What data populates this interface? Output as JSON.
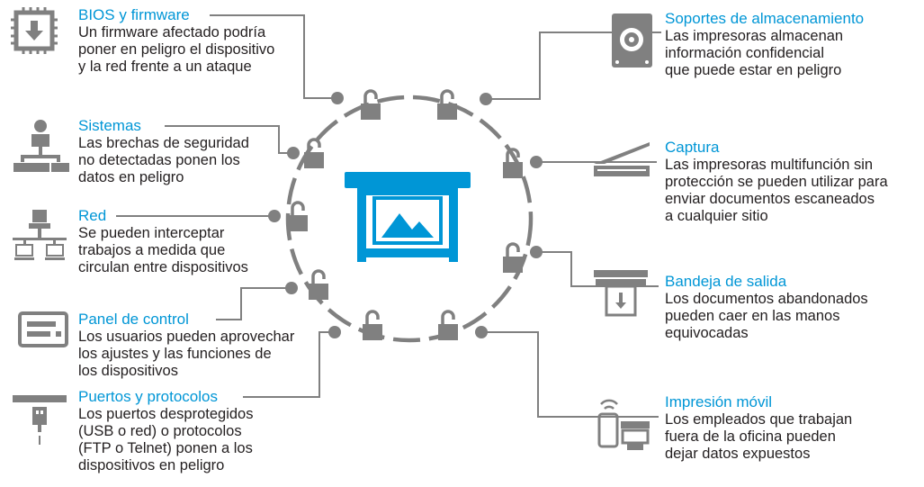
{
  "colors": {
    "accent": "#0096d6",
    "icon_gray": "#767676",
    "ring": "#808080",
    "text": "#231f20"
  },
  "center_icon": "large-format-printer-icon",
  "items_left": [
    {
      "id": "bios",
      "icon": "chip-download-icon",
      "title": "BIOS y firmware",
      "desc": "Un firmware afectado podría\nponer en peligro el dispositivo\ny la red frente a un ataque"
    },
    {
      "id": "sistemas",
      "icon": "org-chart-icon",
      "title": "Sistemas",
      "desc": "Las brechas de seguridad\nno detectadas ponen los\ndatos en peligro"
    },
    {
      "id": "red",
      "icon": "network-icon",
      "title": "Red",
      "desc": "Se pueden interceptar\ntrabajos a medida que\ncirculan entre dispositivos"
    },
    {
      "id": "panel",
      "icon": "control-panel-icon",
      "title": "Panel de control",
      "desc": "Los usuarios pueden aprovechar\nlos ajustes y las funciones de\nlos dispositivos"
    },
    {
      "id": "puertos",
      "icon": "usb-port-icon",
      "title": "Puertos y protocolos",
      "desc": "Los puertos desprotegidos\n(USB o red) o protocolos\n(FTP o Telnet) ponen a los\ndispositivos en peligro"
    }
  ],
  "items_right": [
    {
      "id": "almacenamiento",
      "icon": "hard-drive-icon",
      "title": "Soportes de almacenamiento",
      "desc": "Las impresoras almacenan\ninformación confidencial\nque puede estar en peligro"
    },
    {
      "id": "captura",
      "icon": "scanner-icon",
      "title": "Captura",
      "desc": "Las impresoras multifunción sin\nprotección se pueden utilizar para\nenviar documentos escaneados\na cualquier sitio"
    },
    {
      "id": "bandeja",
      "icon": "output-tray-icon",
      "title": "Bandeja de salida",
      "desc": "Los documentos abandonados\npueden caer en las manos\nequivocadas"
    },
    {
      "id": "movil",
      "icon": "mobile-print-icon",
      "title": "Impresión móvil",
      "desc": "Los empleados que trabajan\nfuera de la oficina pueden\ndejar datos expuestos"
    }
  ]
}
